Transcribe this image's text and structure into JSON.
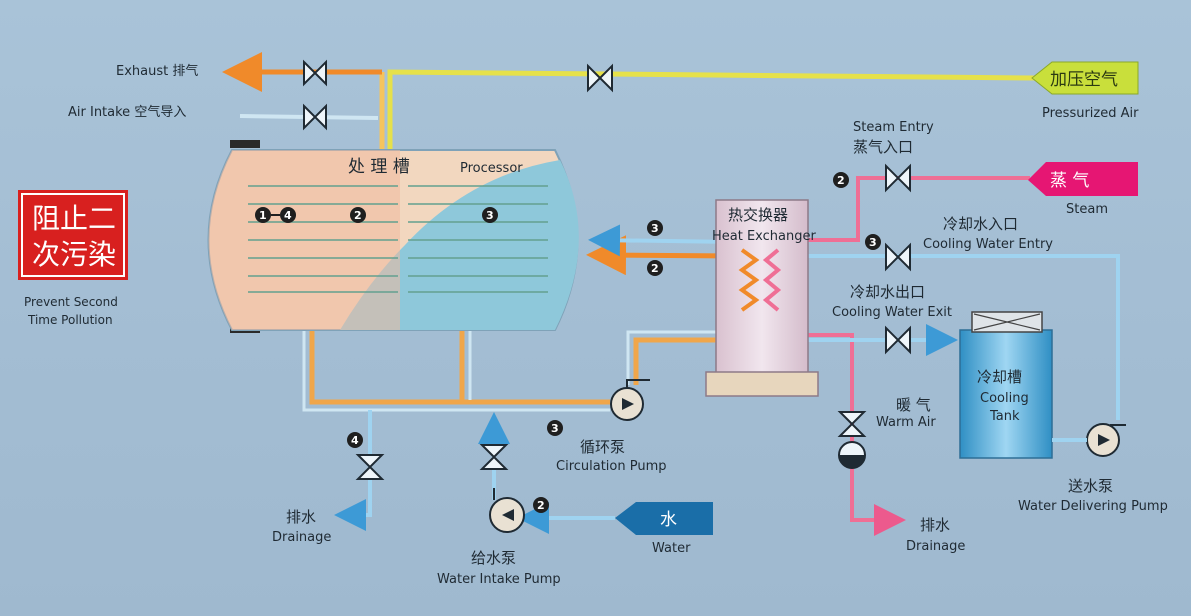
{
  "colors": {
    "background": "#a7c1d6",
    "steam_line": "#ef6f95",
    "hot_water_line": "#f39a2e",
    "pressurized_air_line": "#e6e14a",
    "cooling_water_line": "#8ec9ec",
    "red_box": "#d8201f",
    "steam_arrow": "#e61673",
    "pressurized_air_arrow": "#c9df3b",
    "water_arrow": "#1a6ea8"
  },
  "top": {
    "exhaust_label": "Exhaust 排气",
    "air_intake_label": "Air Intake 空气导入"
  },
  "pressurized_air": {
    "cn": "加压空气",
    "en": "Pressurized Air"
  },
  "prevention": {
    "line1": "阻止二",
    "line2": "次污染",
    "en1": "Prevent Second",
    "en2": "Time Pollution"
  },
  "processor": {
    "cn": "处 理 槽",
    "en": "Processor",
    "marker_14": "1-4"
  },
  "steam": {
    "entry_en": "Steam Entry",
    "entry_cn": "蒸气入口",
    "arrow_cn": "蒸    气",
    "en": "Steam"
  },
  "heat_exchanger": {
    "cn": "热交换器",
    "en": "Heat Exchanger"
  },
  "cooling_entry": {
    "cn": "冷却水入口",
    "en": "Cooling Water Entry"
  },
  "cooling_exit": {
    "cn": "冷却水出口",
    "en": "Cooling Water Exit"
  },
  "cooling_tank": {
    "cn": "冷却槽",
    "en1": "Cooling",
    "en2": "Tank"
  },
  "warm_air": {
    "cn": "暖 气",
    "en": "Warm Air"
  },
  "circulation_pump": {
    "cn": "循环泵",
    "en": "Circulation Pump"
  },
  "water_delivering_pump": {
    "cn": "送水泵",
    "en": "Water Delivering Pump"
  },
  "water_intake_pump": {
    "cn": "给水泵",
    "en": "Water Intake Pump"
  },
  "water": {
    "cn": "水",
    "en": "Water"
  },
  "drainage_left": {
    "cn": "排水",
    "en": "Drainage"
  },
  "drainage_right": {
    "cn": "排水",
    "en": "Drainage"
  },
  "markers": {
    "m2": "2",
    "m3": "3",
    "m4": "4",
    "m1": "1",
    "m4b": "4"
  }
}
